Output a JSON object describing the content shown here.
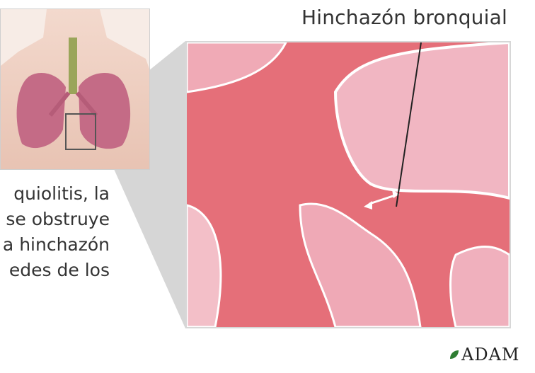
{
  "labels": {
    "top": "Hinchazón bronquial"
  },
  "caption": {
    "lines": [
      "quiolitis, la",
      "se obstruye",
      "a hinchazón",
      "edes de los"
    ]
  },
  "logo": {
    "text": "ADAM",
    "leaf_color": "#2e7d32"
  },
  "colors": {
    "tissue": "#e6707a",
    "lumen": "#f2b7c3",
    "border": "#d7d7d7",
    "connector": "#c8c8c8"
  }
}
